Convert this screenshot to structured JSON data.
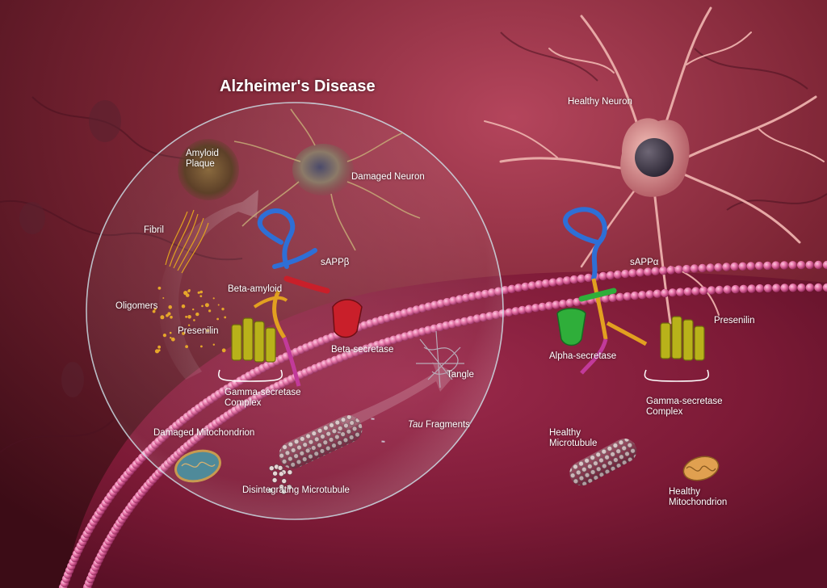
{
  "title": "Alzheimer's Disease",
  "labels": {
    "healthy_neuron": "Healthy Neuron",
    "amyloid_plaque": "Amyloid\nPlaque",
    "damaged_neuron": "Damaged Neuron",
    "fibril": "Fibril",
    "sapp_beta": "sAPPβ",
    "sapp_alpha": "sAPPα",
    "beta_amyloid": "Beta-amyloid",
    "oligomers": "Oligomers",
    "presenilin_left": "Presenilin",
    "presenilin_right": "Presenilin",
    "beta_secretase": "Beta-secretase",
    "alpha_secretase": "Alpha-secretase",
    "gamma_left": "Gamma-secretase\nComplex",
    "gamma_right": "Gamma-secretase\nComplex",
    "tangle": "Tangle",
    "tau_word": "Tau",
    "fragments_word": " Fragments",
    "damaged_mitochondrion": "Damaged Mitochondrion",
    "disintegrating_microtubule": "Disintegrating Microtubule",
    "healthy_microtubule": "Healthy\nMicrotubule",
    "healthy_mitochondrion": "Healthy\nMitochondrion"
  },
  "colors": {
    "background": "#5a1624",
    "membrane": "#d4578e",
    "cell_interior": "#8a2040",
    "apP_blue": "#2e6fd6",
    "apP_orange": "#e2a020",
    "apP_magenta": "#c23a9a",
    "beta_secretase": "#c91f2a",
    "alpha_secretase": "#2fae3a",
    "gamma_complex": "#b8b21a"
  }
}
